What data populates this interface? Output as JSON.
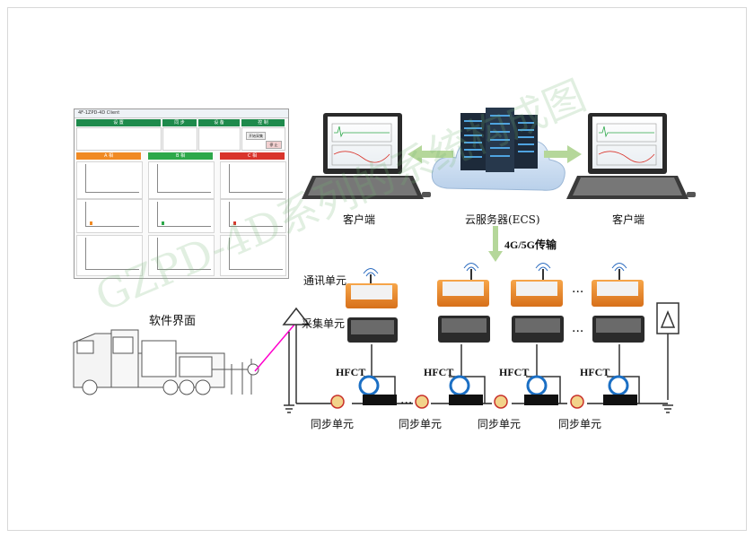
{
  "labels": {
    "software": "软件界面",
    "client_left": "客户端",
    "client_right": "客户端",
    "cloud": "云服务器(ECS)",
    "transmission": "4G/5G传输",
    "comm_unit": "通讯单元",
    "acq_unit": "采集单元",
    "hfct": "HFCT",
    "sync_unit": "同步单元",
    "dots": "···",
    "watermark": "GZPD-4D系列的系统构成图"
  },
  "software_ui": {
    "window_title": "4F-1ZPD-4D Client",
    "headers": [
      "设 置",
      "同 步",
      "设 备",
      "控 制"
    ],
    "channels": [
      "A 相",
      "B 相",
      "C 相"
    ],
    "buttons": {
      "start": "开始采集",
      "stop": "停 止"
    }
  },
  "colors": {
    "line_green": "#7fc241",
    "pink_line": "#ff00cc",
    "unit_orange": "#ef8a1f",
    "unit_dark": "#2b2b2b",
    "sw_header_green": "#1e8a4c",
    "phase_a": "#f08a24",
    "phase_b": "#2da84a",
    "phase_c": "#d9342b",
    "arrow_green": "#b5d79a"
  }
}
